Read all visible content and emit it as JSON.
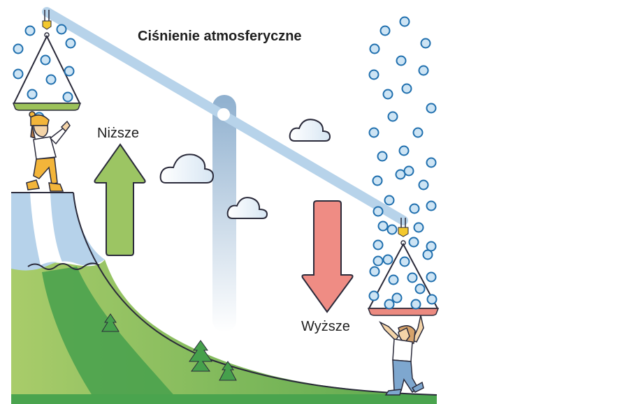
{
  "title": "Ciśnienie atmosferyczne",
  "labels": {
    "low_pressure": "Niższe",
    "high_pressure": "Wyższe"
  },
  "colors": {
    "cable": "#b7d3ea",
    "pole_top": "#8fb0cf",
    "molecule_fill": "#cde4f4",
    "molecule_stroke": "#1f6fae",
    "outline": "#2a2a3a",
    "green_tray": "#9cc25a",
    "red_tray": "#ec8a80",
    "arrow_up": "#9cc563",
    "arrow_down": "#ef8c84",
    "hook": "#f3c82e",
    "grass_light": "#a9cc6a",
    "grass_dark": "#46a04c",
    "snow_blue": "#b6d2ea"
  },
  "scene": {
    "left_side": {
      "altitude": "high",
      "pressure": "low",
      "molecule_density": "sparse",
      "molecule_count": 11
    },
    "right_side": {
      "altitude": "low",
      "pressure": "high",
      "molecule_density": "dense"
    }
  }
}
